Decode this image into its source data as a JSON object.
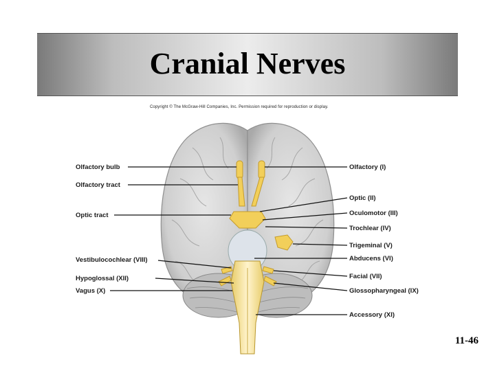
{
  "slide": {
    "title": "Cranial Nerves",
    "copyright": "Copyright © The McGraw-Hill Companies, Inc. Permission required for reproduction or display.",
    "page_number": "11-46"
  },
  "labels_left": [
    "Olfactory bulb",
    "Olfactory tract",
    "Optic tract",
    "Vestibulocochlear (VIII)",
    "Hypoglossal (XII)",
    "Vagus (X)"
  ],
  "labels_right": [
    "Olfactory (I)",
    "Optic (II)",
    "Oculomotor (III)",
    "Trochlear (IV)",
    "Trigeminal (V)",
    "Abducens (VI)",
    "Facial (VII)",
    "Glossopharyngeal (IX)",
    "Accessory (XI)"
  ],
  "colors": {
    "nerve": "#f2cf5a",
    "brain": "#d6d6d6",
    "banner_center": "#ececec"
  }
}
